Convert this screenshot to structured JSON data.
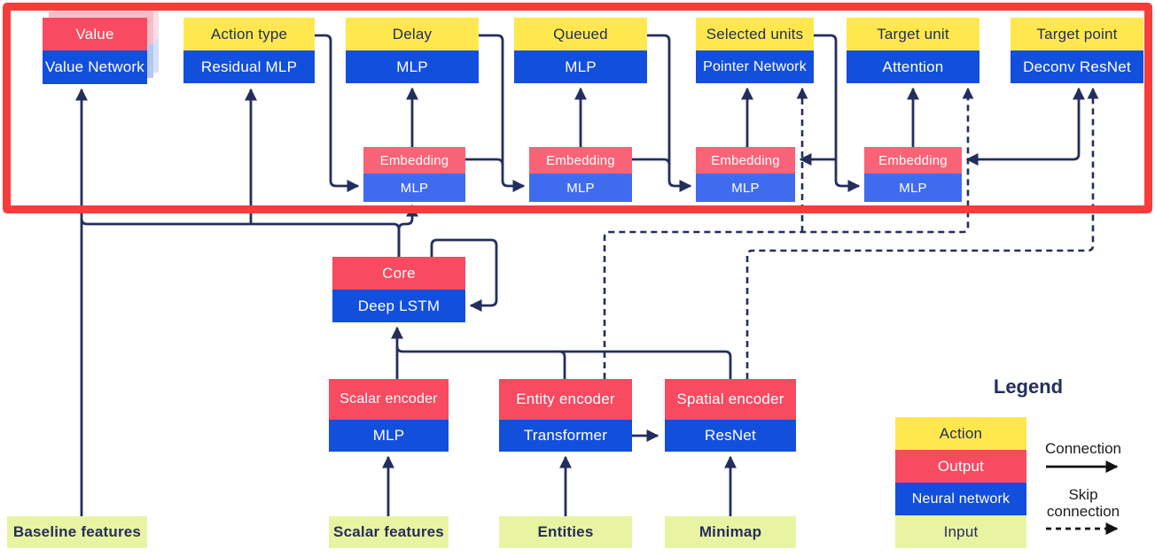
{
  "colors": {
    "action_yellow": "#ffe84d",
    "output_pink": "#f84a60",
    "embedding_pink": "#f96377",
    "network_blue": "#134fdd",
    "embedding_blue": "#3f6cee",
    "input_green": "#e9f4a3",
    "line_navy": "#242e5c",
    "frame_red": "#f73c3c"
  },
  "blocks": {
    "value": {
      "output": "Value",
      "network": "Value Network"
    },
    "heads": [
      {
        "action": "Action type",
        "network": "Residual MLP"
      },
      {
        "action": "Delay",
        "network": "MLP"
      },
      {
        "action": "Queued",
        "network": "MLP"
      },
      {
        "action": "Selected units",
        "network": "Pointer Network"
      },
      {
        "action": "Target unit",
        "network": "Attention"
      },
      {
        "action": "Target point",
        "network": "Deconv ResNet"
      }
    ],
    "embeddings": [
      {
        "output": "Embedding",
        "network": "MLP"
      },
      {
        "output": "Embedding",
        "network": "MLP"
      },
      {
        "output": "Embedding",
        "network": "MLP"
      },
      {
        "output": "Embedding",
        "network": "MLP"
      }
    ],
    "core": {
      "output": "Core",
      "network": "Deep LSTM"
    },
    "encoders": [
      {
        "output": "Scalar encoder",
        "network": "MLP"
      },
      {
        "output": "Entity encoder",
        "network": "Transformer"
      },
      {
        "output": "Spatial encoder",
        "network": "ResNet"
      }
    ],
    "inputs": [
      "Baseline features",
      "Scalar features",
      "Entities",
      "Minimap"
    ]
  },
  "legend": {
    "title": "Legend",
    "items": [
      {
        "label": "Action",
        "color": "#ffe84d"
      },
      {
        "label": "Output",
        "color": "#f84a60"
      },
      {
        "label": "Neural network",
        "color": "#134fdd"
      },
      {
        "label": "Input",
        "color": "#e9f4a3"
      }
    ],
    "connection": "Connection",
    "skip": "Skip connection"
  }
}
